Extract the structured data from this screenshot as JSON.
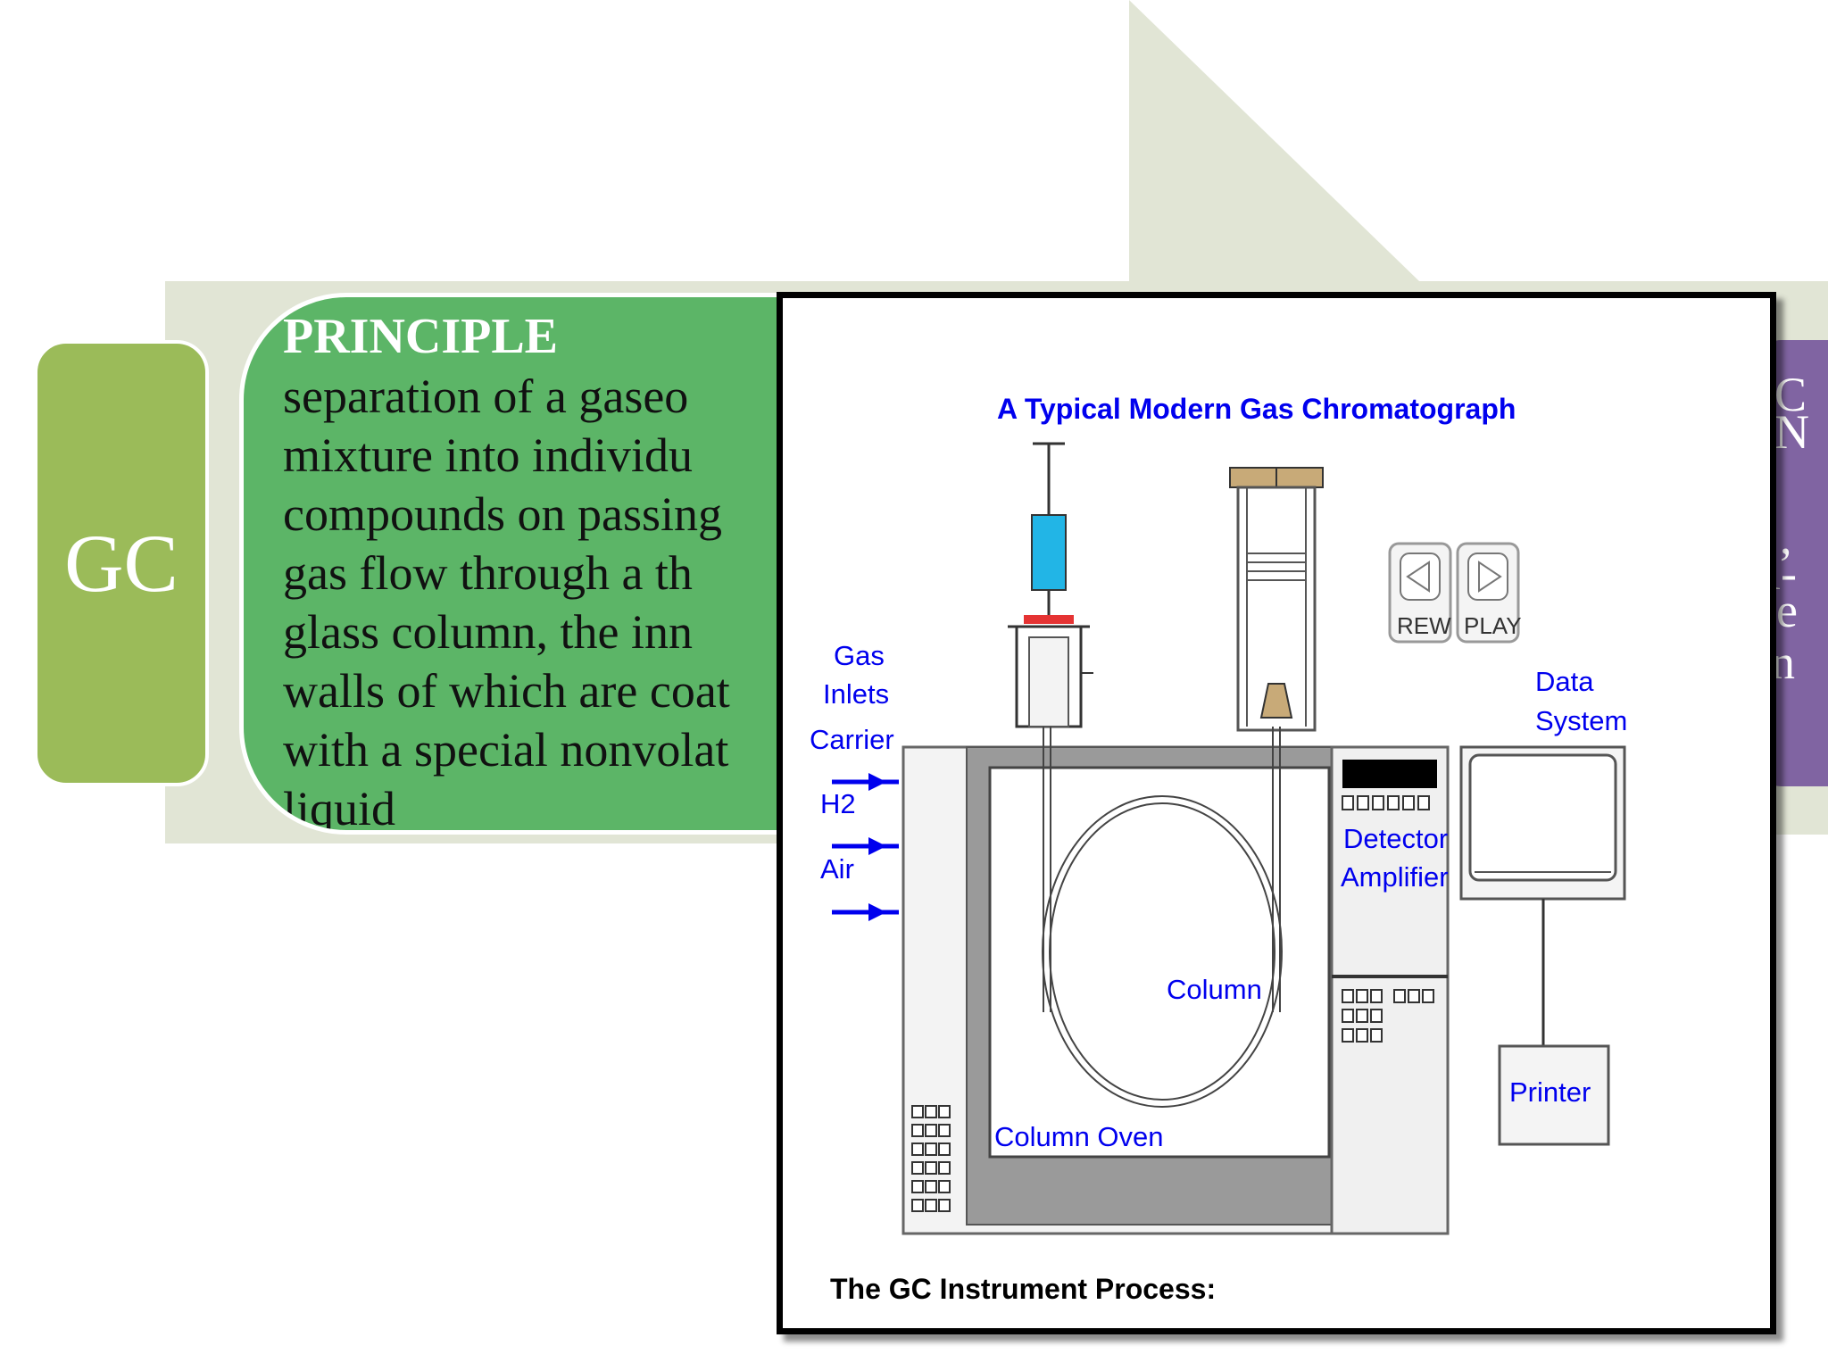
{
  "slide": {
    "gc_label": "GC",
    "principle_title": "PRINCIPLE",
    "principle_text": "separation of a gaseo\nmixture into individu\ncompounds on passing\ngas flow through a th\nglass column, the inn\nwalls of which are coat\nwith a special nonvolat\nliquid",
    "right_fragments": [
      "C",
      "N",
      ",",
      "i-",
      "e",
      "n"
    ]
  },
  "diagram": {
    "title": "A Typical Modern Gas Chromatograph",
    "labels": {
      "gas": "Gas",
      "inlets": "Inlets",
      "carrier": "Carrier",
      "h2": "H2",
      "air": "Air",
      "detector": "Detector",
      "amplifier": "Amplifier",
      "data": "Data",
      "system": "System",
      "column": "Column",
      "column_oven": "Column Oven",
      "printer": "Printer"
    },
    "buttons": {
      "rew": "REW",
      "play": "PLAY"
    },
    "footer": "The GC Instrument Process:"
  },
  "colors": {
    "gc_box": "#9bbb59",
    "principle_box": "#5cb567",
    "right_tab": "#8064a2",
    "backdrop": "#e1e5d5",
    "diagram_label": "#0000ee",
    "syringe": "#22b5e6"
  }
}
